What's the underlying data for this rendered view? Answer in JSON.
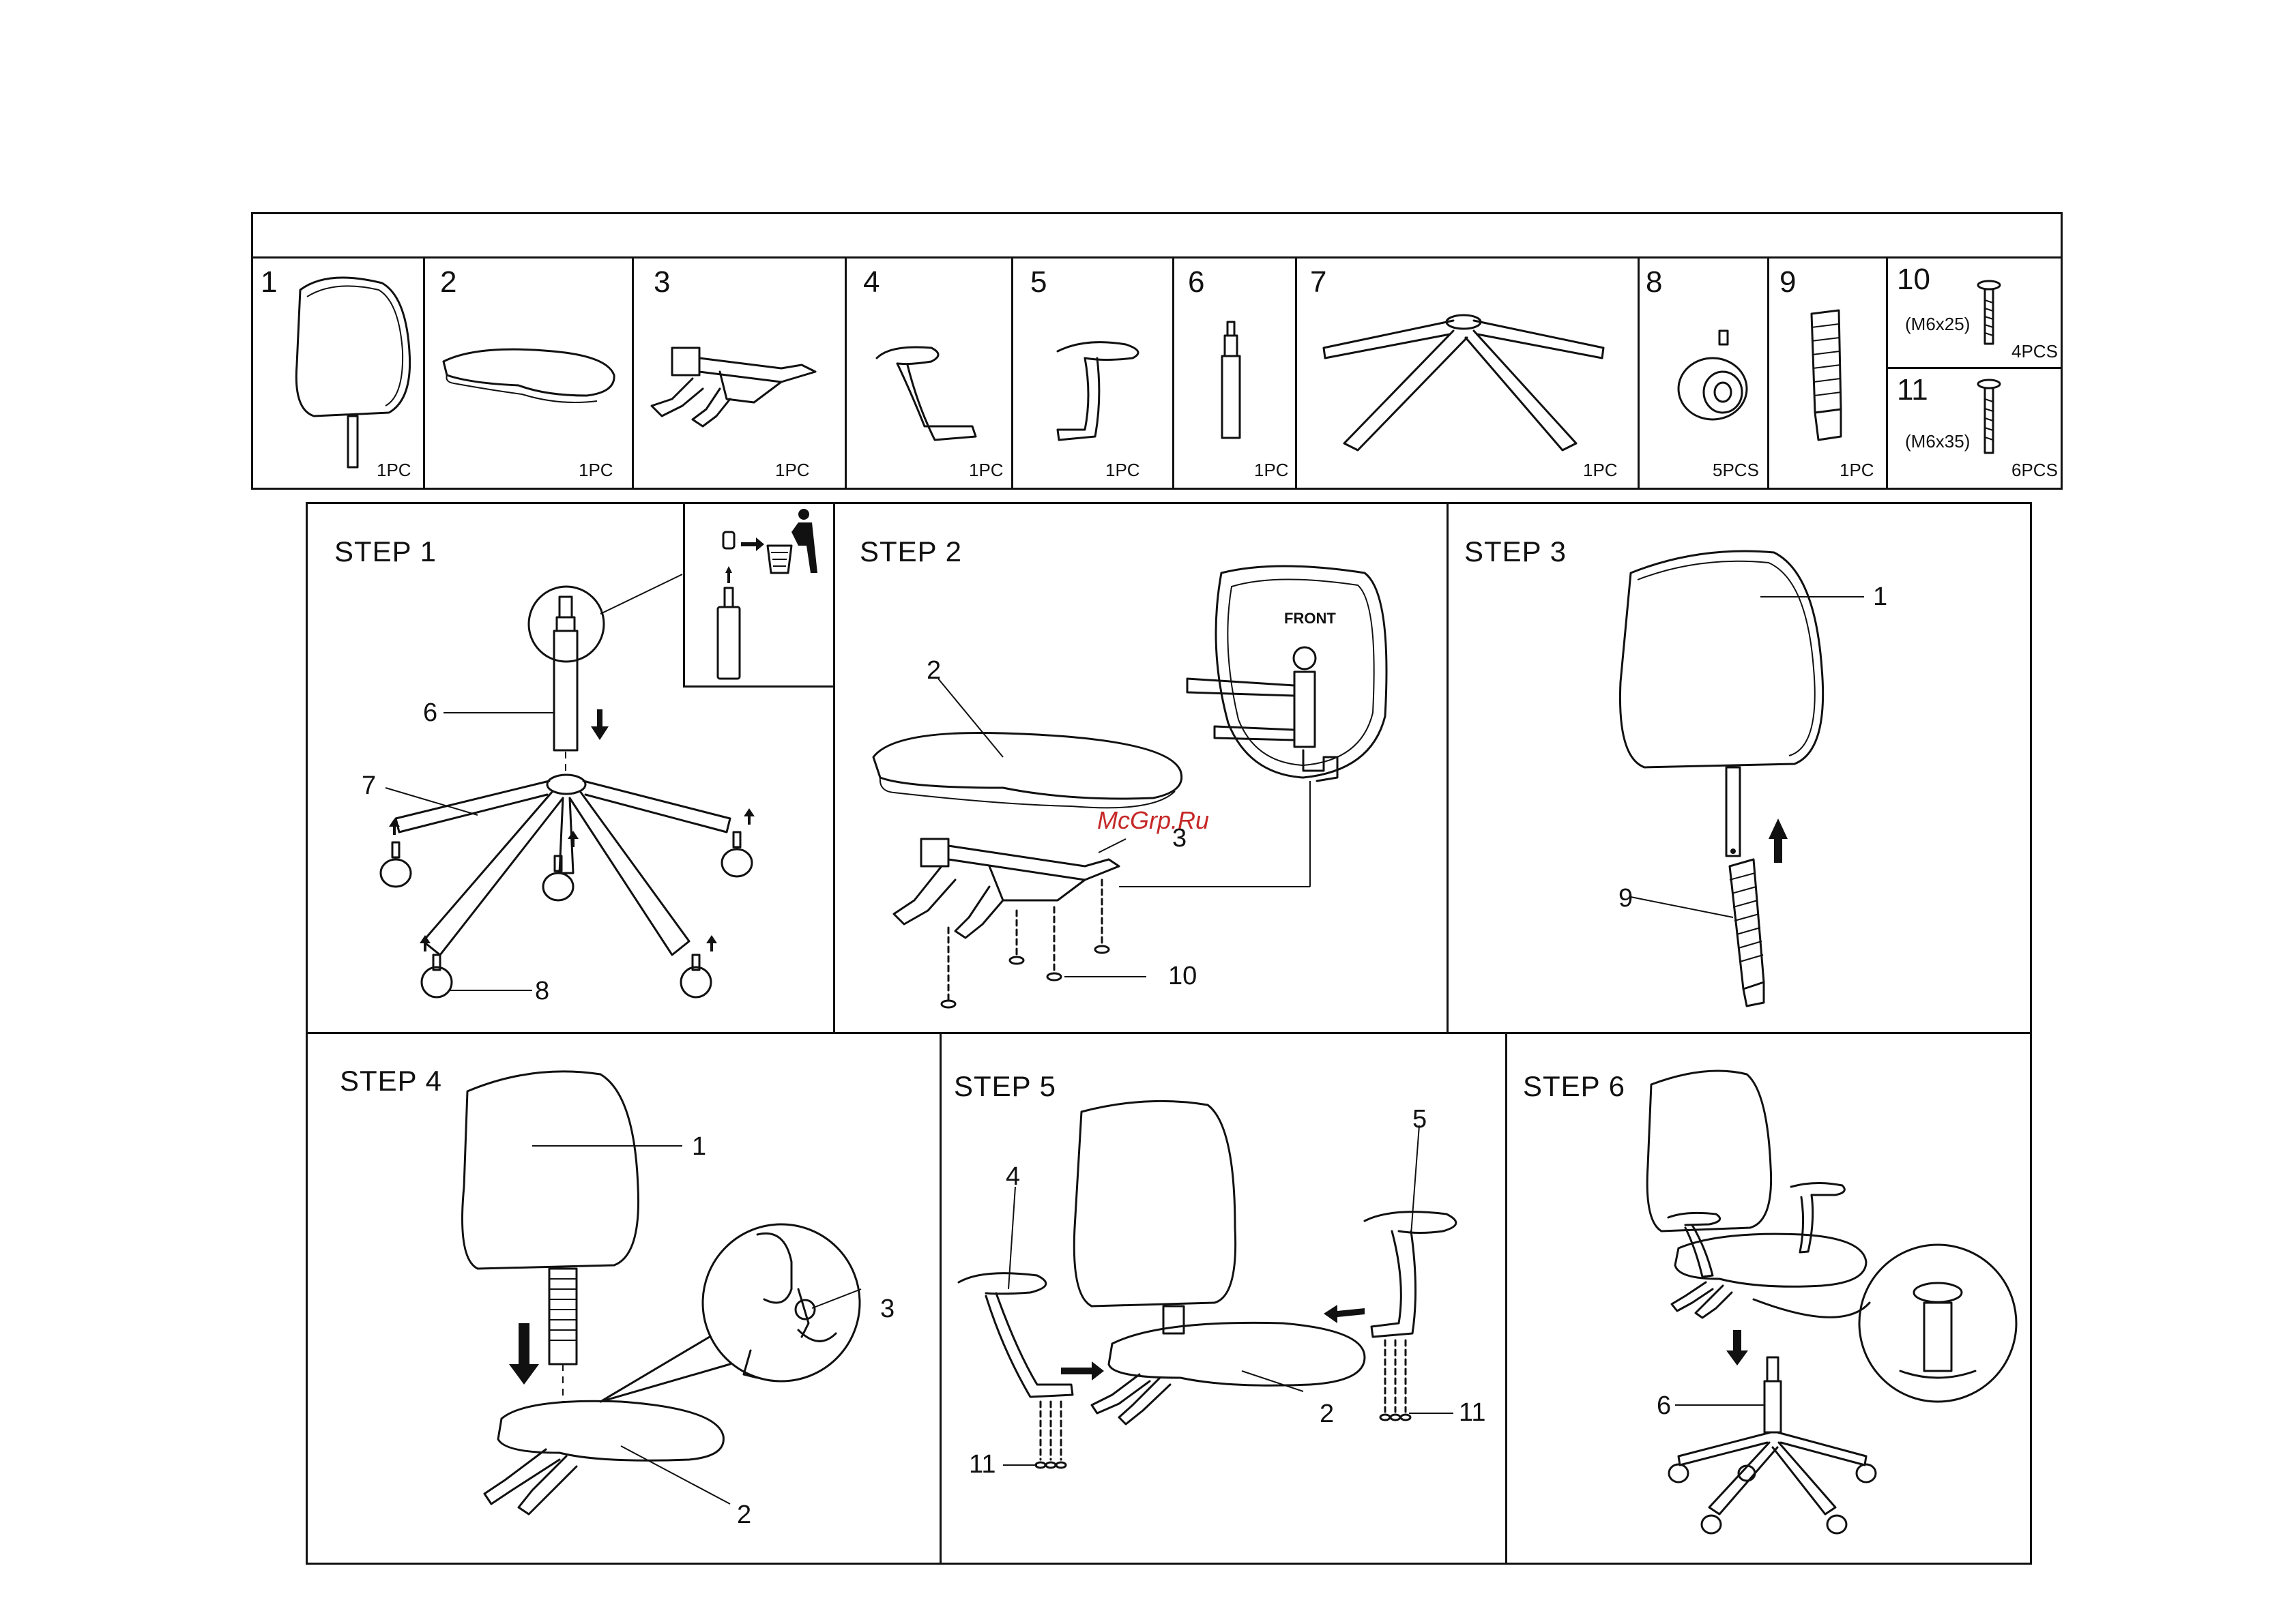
{
  "parts": [
    {
      "number": "1",
      "qty": "1PC",
      "icon": "backrest-icon"
    },
    {
      "number": "2",
      "qty": "1PC",
      "icon": "seat-icon"
    },
    {
      "number": "3",
      "qty": "1PC",
      "icon": "mechanism-icon"
    },
    {
      "number": "4",
      "qty": "1PC",
      "icon": "left-armrest-icon"
    },
    {
      "number": "5",
      "qty": "1PC",
      "icon": "right-armrest-icon"
    },
    {
      "number": "6",
      "qty": "1PC",
      "icon": "gas-lift-icon"
    },
    {
      "number": "7",
      "qty": "1PC",
      "icon": "five-star-base-icon"
    },
    {
      "number": "8",
      "qty": "5PCS",
      "icon": "caster-icon"
    },
    {
      "number": "9",
      "qty": "1PC",
      "icon": "bellows-cover-icon"
    }
  ],
  "screws": [
    {
      "number": "10",
      "spec": "(M6x25)",
      "qty": "4PCS"
    },
    {
      "number": "11",
      "spec": "(M6x35)",
      "qty": "6PCS"
    }
  ],
  "steps": {
    "s1": {
      "title": "STEP 1",
      "labels": [
        "6",
        "7",
        "8"
      ]
    },
    "s2": {
      "title": "STEP 2",
      "labels": [
        "2",
        "3",
        "10"
      ],
      "front": "FRONT"
    },
    "s3": {
      "title": "STEP 3",
      "labels": [
        "1",
        "9"
      ]
    },
    "s4": {
      "title": "STEP 4",
      "labels": [
        "1",
        "3",
        "2"
      ]
    },
    "s5": {
      "title": "STEP 5",
      "labels": [
        "4",
        "5",
        "2",
        "11",
        "11"
      ]
    },
    "s6": {
      "title": "STEP 6",
      "labels": [
        "6"
      ]
    }
  },
  "watermark": "McGrp.Ru"
}
